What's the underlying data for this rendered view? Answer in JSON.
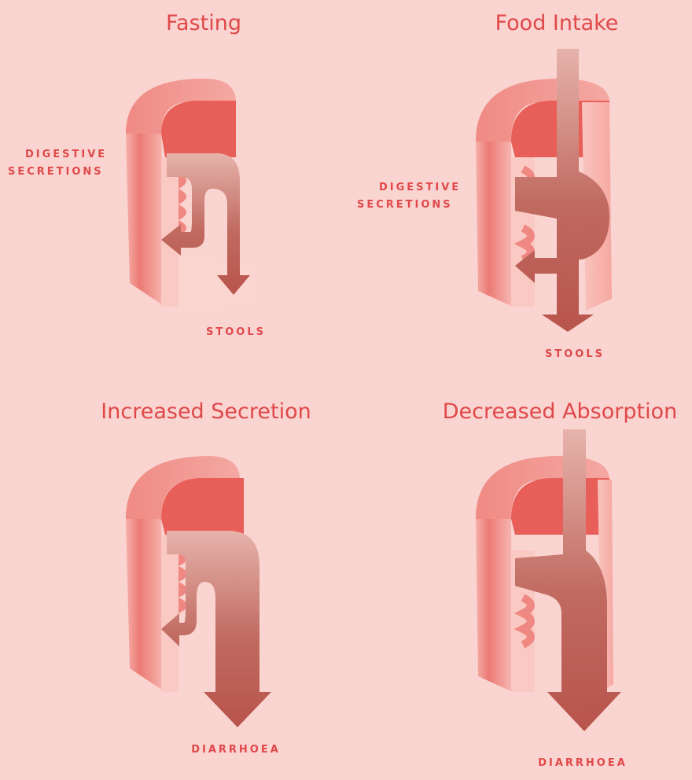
{
  "panels": [
    {
      "title": "Fasting",
      "labels": {
        "secretions_line1": "DIGESTIVE",
        "secretions_line2": "SECRETIONS",
        "output": "STOOLS"
      }
    },
    {
      "title": "Food Intake",
      "labels": {
        "secretions_line1": "DIGESTIVE",
        "secretions_line2": "SECRETIONS",
        "output": "STOOLS"
      }
    },
    {
      "title": "Increased Secretion",
      "labels": {
        "output": "DIARRHOEA"
      }
    },
    {
      "title": "Decreased Absorption",
      "labels": {
        "output": "DIARRHOEA"
      }
    }
  ],
  "colors": {
    "background": "#fad4d0",
    "text": "#e0484a",
    "arrow_dark": "#b8544c",
    "arrow_light": "#dba49c",
    "tube_outer": "#f0908a",
    "tube_inner": "#e86a64"
  }
}
